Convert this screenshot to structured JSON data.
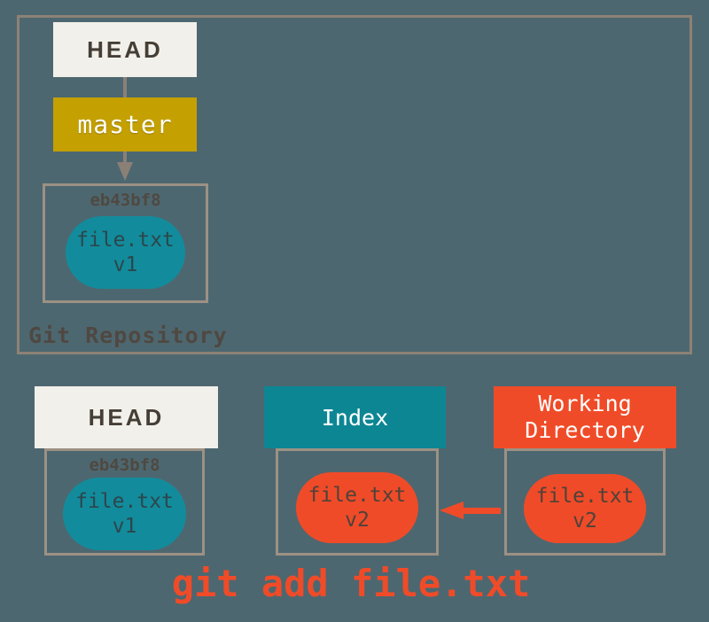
{
  "colors": {
    "background": "#4d6770",
    "repo_border": "#8d8276",
    "snapshot_border": "#9c9184",
    "connector_gray": "#8a8076",
    "head_box_fill": "#f2f0ea",
    "branch_gold": "#c4a000",
    "teal_header": "#0d8694",
    "teal_blob": "#128c9c",
    "orange": "#f04b28"
  },
  "repository": {
    "label": "Git Repository",
    "head_label": "HEAD",
    "branch_label": "master",
    "commit": {
      "hash": "eb43bf8",
      "blob": {
        "name": "file.txt",
        "version": "v1"
      }
    }
  },
  "areas": {
    "head": {
      "title": "HEAD",
      "hash": "eb43bf8",
      "blob": {
        "name": "file.txt",
        "version": "v1"
      }
    },
    "index": {
      "title": "Index",
      "blob": {
        "name": "file.txt",
        "version": "v2"
      }
    },
    "working_directory": {
      "title": "Working Directory",
      "blob": {
        "name": "file.txt",
        "version": "v2"
      }
    }
  },
  "caption": "git add file.txt"
}
